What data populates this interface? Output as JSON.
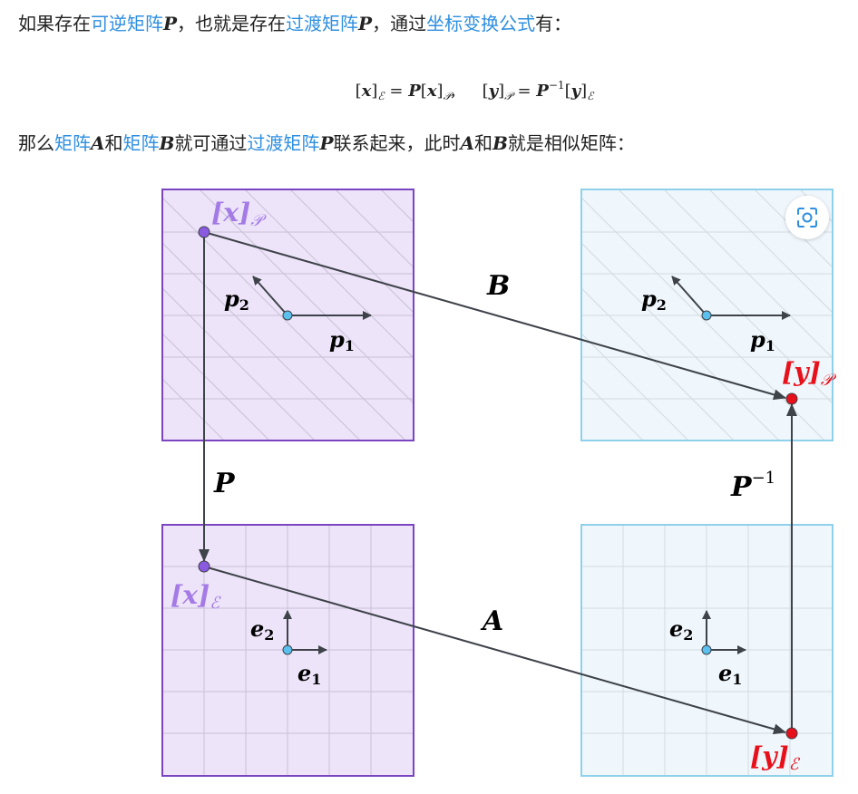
{
  "paragraph1": {
    "t1": "如果存在",
    "link1": "可逆矩阵",
    "m1": "P",
    "t2": "，也就是存在",
    "link2": "过渡矩阵",
    "m2": "P",
    "t3": "，通过",
    "link3": "坐标变换公式",
    "t4": "有："
  },
  "formula": {
    "x": "x",
    "E": "ℰ",
    "eq": "=",
    "P": "P",
    "Pcal": "𝒫",
    "comma": ",",
    "y": "y",
    "inv": "−1"
  },
  "paragraph2": {
    "t1": "那么",
    "link1": "矩阵",
    "m1": "A",
    "t2": "和",
    "link2": "矩阵",
    "m2": "B",
    "t3": "就可通过",
    "link3": "过渡矩阵",
    "m3": "P",
    "t4": "联系起来，此时",
    "m4": "A",
    "t5": "和",
    "m5": "B",
    "t6": "就是相似矩阵："
  },
  "diagram": {
    "label_xP": {
      "main": "[x]",
      "sub": "𝒫"
    },
    "label_xE": {
      "main": "[x]",
      "sub": "ℰ"
    },
    "label_yP": {
      "main": "[y]",
      "sub": "𝒫"
    },
    "label_yE": {
      "main": "[y]",
      "sub": "ℰ"
    },
    "p1": {
      "main": "p",
      "sub": "1"
    },
    "p2": {
      "main": "p",
      "sub": "2"
    },
    "e1": {
      "main": "e",
      "sub": "1"
    },
    "e2": {
      "main": "e",
      "sub": "2"
    },
    "arrow_B": "B",
    "arrow_A": "A",
    "arrow_P": "P",
    "arrow_Pinv": {
      "main": "P",
      "sup": "−1"
    }
  },
  "colors": {
    "link": "#2f8fe0",
    "purple_fill": "#ede4f9",
    "purple_border": "#7b45c2",
    "purple_point": "#8a5ae0",
    "blue_fill": "#f0f7fc",
    "blue_border": "#8fd0ea",
    "red_point": "#e8101a",
    "origin_point": "#5bc0ee",
    "arrow": "#3e4249"
  },
  "icons": {
    "capture": "screenshot-capture-icon"
  }
}
